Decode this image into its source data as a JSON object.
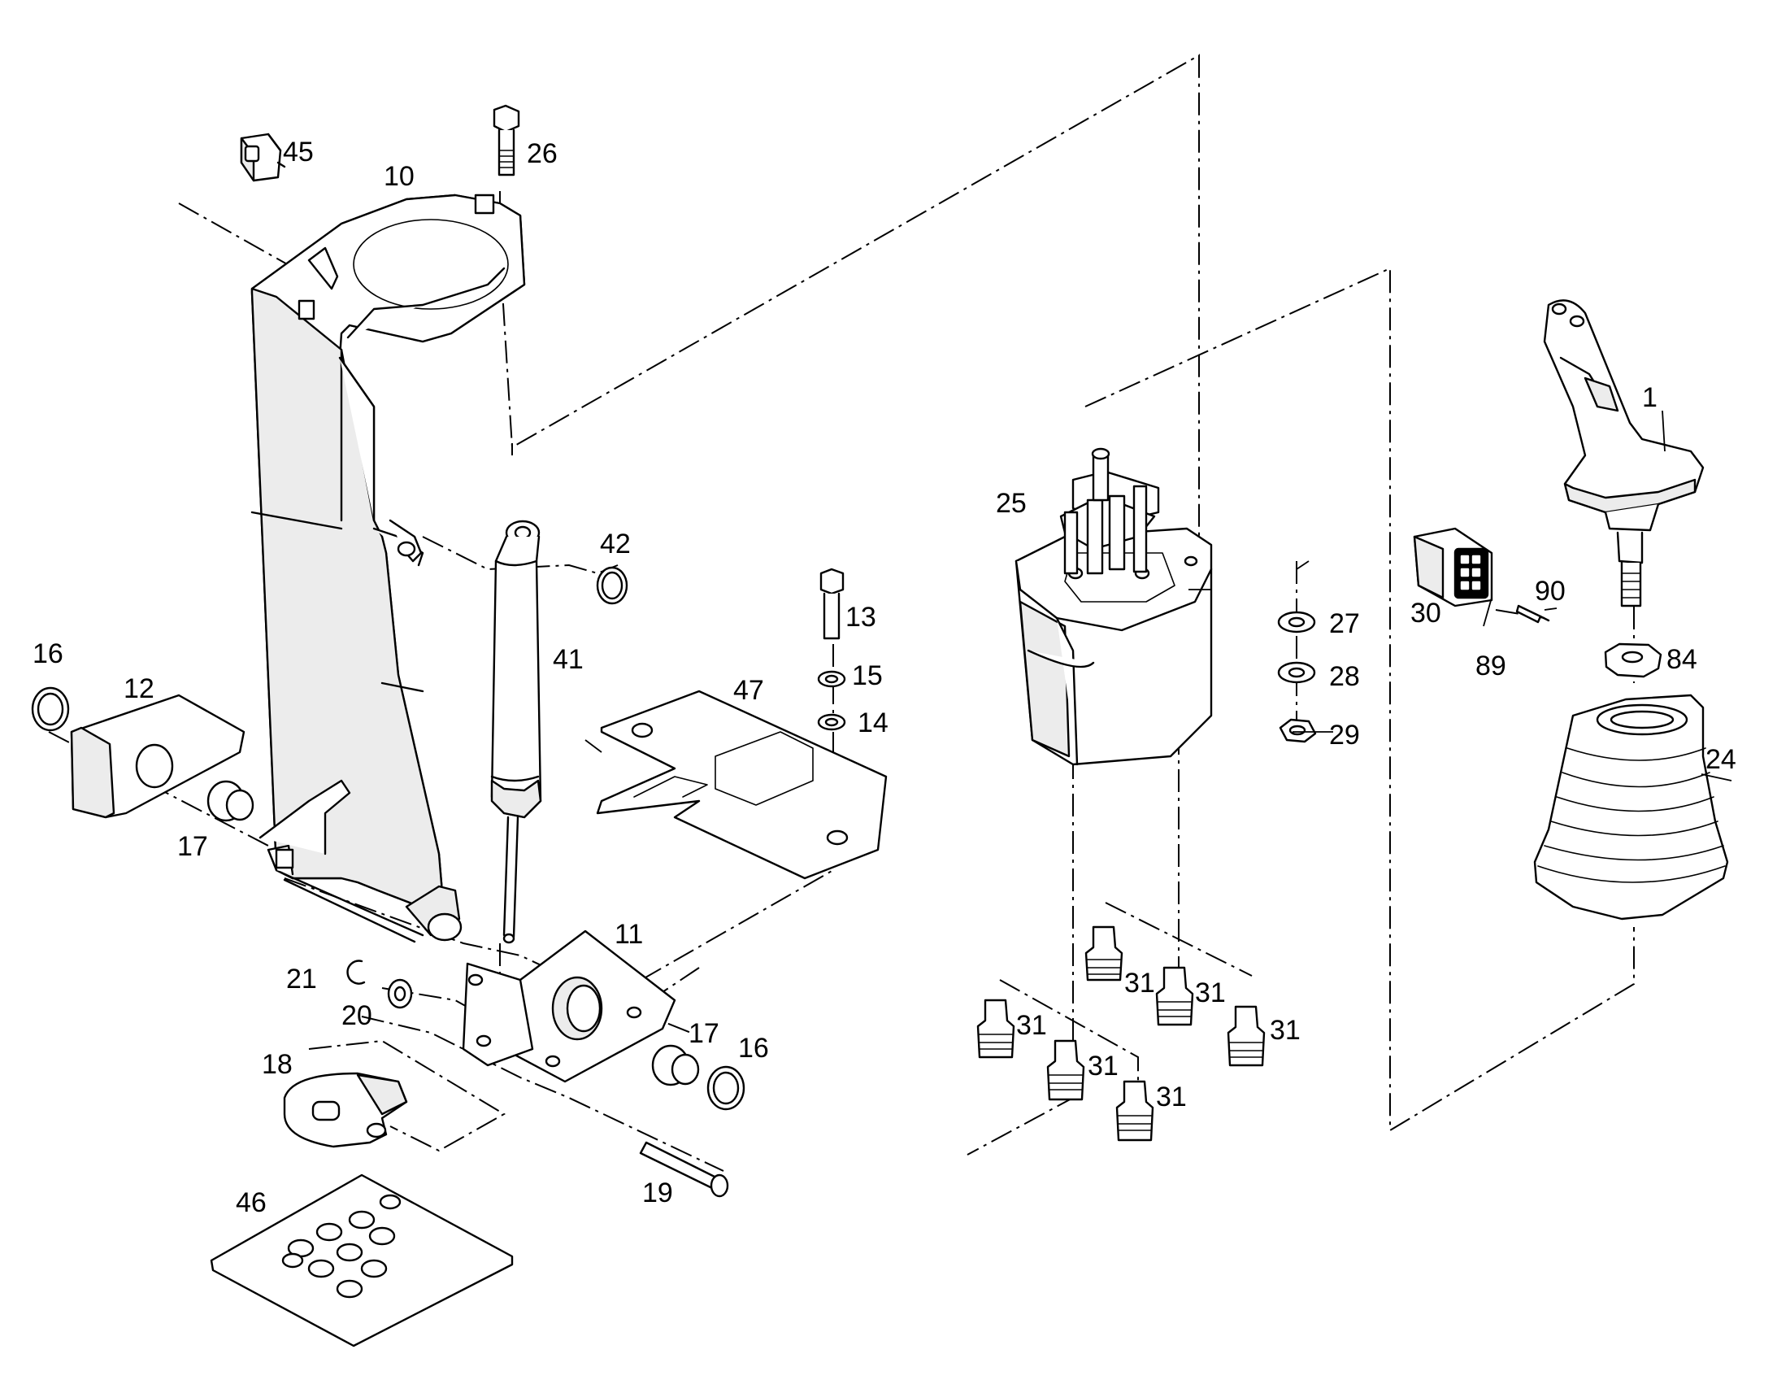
{
  "callouts": {
    "c1": "1",
    "c10": "10",
    "c11": "11",
    "c12": "12",
    "c13": "13",
    "c14": "14",
    "c15": "15",
    "c16a": "16",
    "c16b": "16",
    "c17a": "17",
    "c17b": "17",
    "c18": "18",
    "c19": "19",
    "c20": "20",
    "c21": "21",
    "c24": "24",
    "c25": "25",
    "c26": "26",
    "c27": "27",
    "c28": "28",
    "c29": "29",
    "c30": "30",
    "c31a": "31",
    "c31b": "31",
    "c31c": "31",
    "c31d": "31",
    "c31e": "31",
    "c31f": "31",
    "c41": "41",
    "c42": "42",
    "c45": "45",
    "c46": "46",
    "c47": "47",
    "c84": "84",
    "c89": "89",
    "c90": "90"
  }
}
